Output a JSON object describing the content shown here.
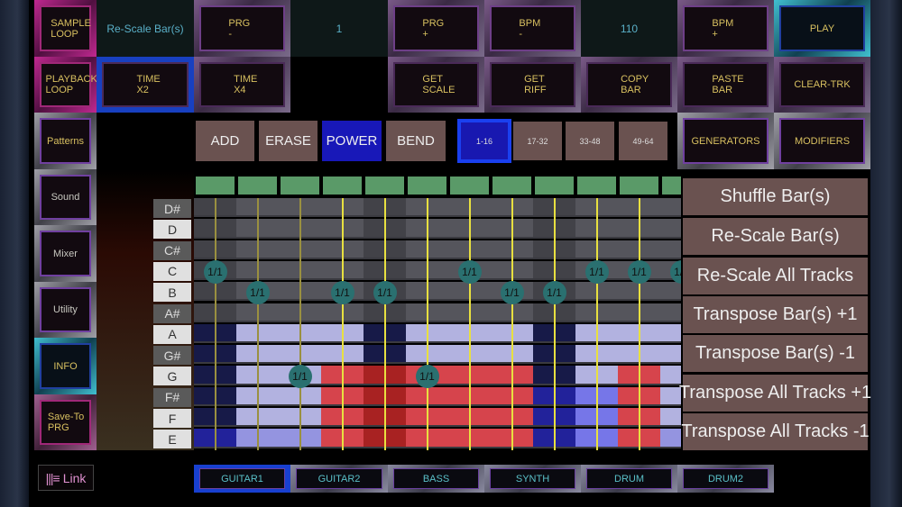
{
  "top_buttons": {
    "sample_loop": "SAMPLE\nLOOP",
    "scale_display": "Re-Scale Bar(s)",
    "prg_minus": "PRG\n-",
    "prg_value": "1",
    "prg_plus": "PRG\n+",
    "bpm_minus": "BPM\n-",
    "bpm_value": "110",
    "bpm_plus": "BPM\n+",
    "play": "PLAY",
    "playback_loop": "PLAYBACK\nLOOP",
    "time_x2": "TIME\nX2",
    "time_x4": "TIME\nX4",
    "get_scale": "GET\nSCALE",
    "get_riff": "GET\nRIFF",
    "copy_bar": "COPY\nBAR",
    "paste_bar": "PASTE\nBAR",
    "clear_trk": "CLEAR-TRK",
    "generators": "GENERATORS",
    "modifiers": "MODIFIERS"
  },
  "sidebar": [
    "Patterns",
    "Sound",
    "Mixer",
    "Utility",
    "INFO",
    "Save-To\nPRG"
  ],
  "modes": [
    "ADD",
    "ERASE",
    "POWER",
    "BEND"
  ],
  "active_mode": "POWER",
  "pages": [
    "1-16",
    "17-32",
    "33-48",
    "49-64"
  ],
  "active_page": "1-16",
  "notes": [
    "D#",
    "D",
    "C#",
    "C",
    "B",
    "A#",
    "A",
    "G#",
    "G",
    "F#",
    "F",
    "E"
  ],
  "actions": [
    "Shuffle Bar(s)",
    "Re-Scale Bar(s)",
    "Re-Scale All Tracks",
    "Transpose Bar(s) +1",
    "Transpose Bar(s) -1",
    "Transpose All Tracks +1",
    "Transpose All Tracks -1"
  ],
  "tracks": [
    "GUITAR1",
    "GUITAR2",
    "BASS",
    "SYNTH",
    "DRUM",
    "DRUM2"
  ],
  "active_track": "GUITAR1",
  "link_label": "Link",
  "grid": {
    "marker_label": "1/1",
    "markers_row": [
      "C",
      "B",
      "G",
      "B",
      "B",
      "G",
      "C",
      "B",
      "B",
      "C",
      "C",
      "C"
    ],
    "columns_lower": [
      [
        "N",
        "N",
        "N",
        "N",
        "N",
        "Q"
      ],
      [
        "L",
        "L",
        "L",
        "L",
        "L",
        "M"
      ],
      [
        "L",
        "L",
        "L",
        "L",
        "L",
        "M"
      ],
      [
        "L",
        "L",
        "R",
        "R",
        "R",
        "R"
      ],
      [
        "N",
        "N",
        "D",
        "D",
        "D",
        "D"
      ],
      [
        "L",
        "L",
        "R",
        "R",
        "R",
        "R"
      ],
      [
        "L",
        "L",
        "R",
        "R",
        "R",
        "R"
      ],
      [
        "L",
        "L",
        "R",
        "R",
        "R",
        "R"
      ],
      [
        "N",
        "N",
        "N",
        "Q",
        "Q",
        "Q"
      ],
      [
        "L",
        "L",
        "L",
        "P",
        "P",
        "P"
      ],
      [
        "L",
        "L",
        "R",
        "R",
        "R",
        "R"
      ],
      [
        "L",
        "L",
        "L",
        "L",
        "L",
        "M"
      ]
    ],
    "colors": {
      "N": "#171a48",
      "Q": "#22229a",
      "L": "#b2b2e0",
      "M": "#9494e0",
      "R": "#d6444c",
      "D": "#a82222",
      "P": "#7676e8",
      "bar": "#5a9a68"
    }
  }
}
